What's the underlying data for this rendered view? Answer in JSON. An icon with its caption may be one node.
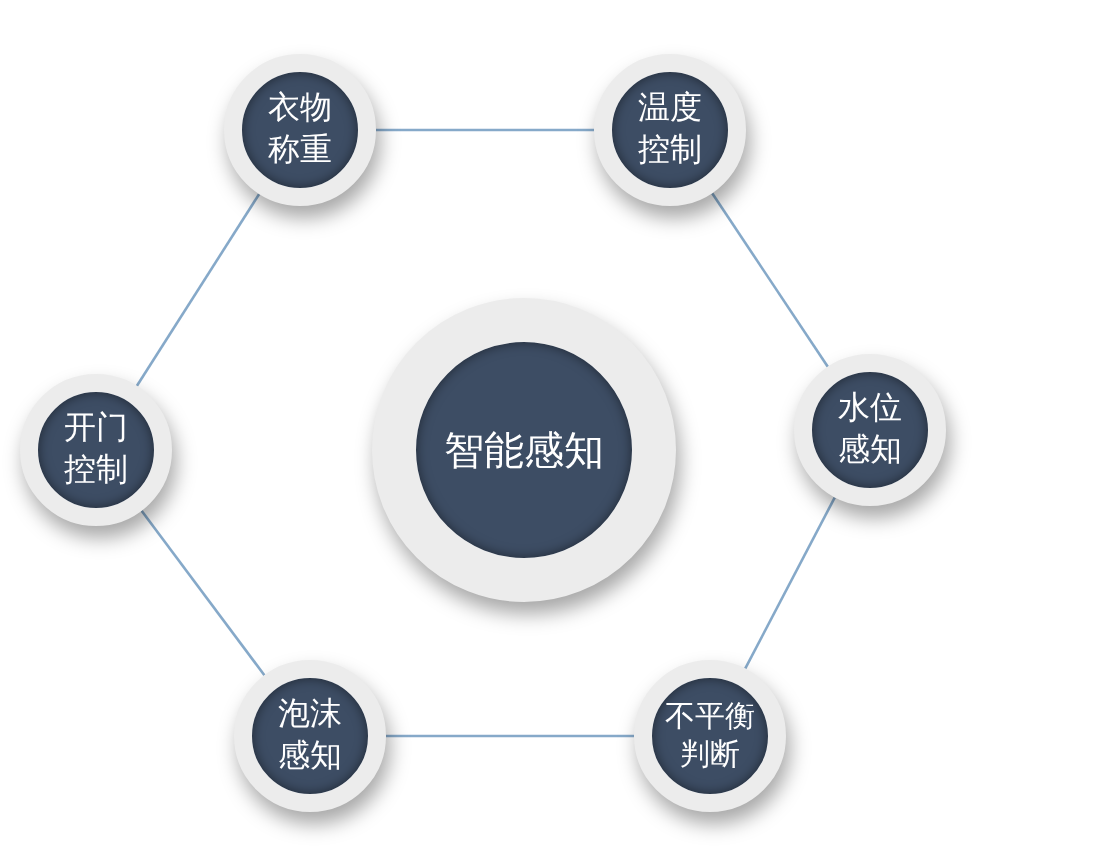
{
  "diagram": {
    "nodes": [
      {
        "text": [
          "衣物称重"
        ]
      },
      {
        "text": [
          "温度控制"
        ]
      },
      {
        "text": [
          "开门控制"
        ]
      },
      {
        "text": [
          "智能感知"
        ]
      },
      {
        "text": [
          "水位感知"
        ]
      },
      {
        "text": [
          "泡沫感知"
        ]
      },
      {
        "text": [
          "不平衡判断"
        ]
      }
    ],
    "edges": [
      {
        "from": 0,
        "to": 1,
        "arrow": "none"
      },
      {
        "from": 1,
        "to": 4,
        "arrow": "none"
      },
      {
        "from": 4,
        "to": 6,
        "arrow": "none"
      },
      {
        "from": 6,
        "to": 5,
        "arrow": "none"
      },
      {
        "from": 5,
        "to": 2,
        "arrow": "none"
      },
      {
        "from": 2,
        "to": 0,
        "arrow": "none"
      }
    ]
  }
}
